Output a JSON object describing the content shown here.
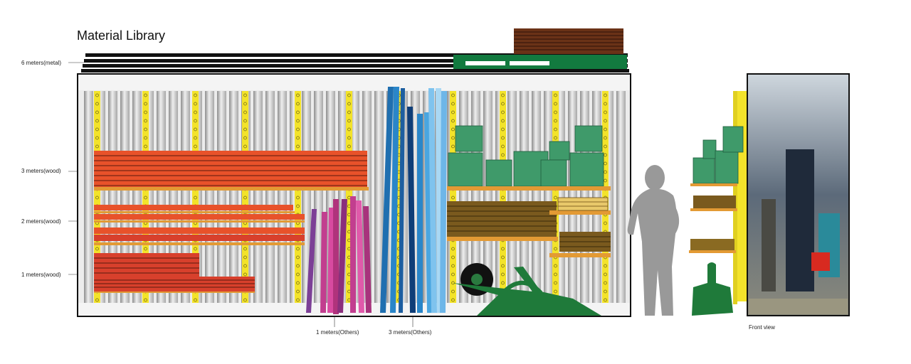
{
  "title": "Material Library",
  "labels": {
    "metal6": "6 meters(metal)",
    "wood3": "3 meters(wood)",
    "wood2": "2 meters(wood)",
    "wood1": "1 meters(wood)",
    "others1": "1 meters(Others)",
    "others3": "3 meters(Others)",
    "front_view": "Front view"
  },
  "colors": {
    "wood_orange": "#e8522a",
    "wood_red": "#d8402c",
    "shelf": "#e39a34",
    "post_yellow": "#f3e32a",
    "crate_green": "#3f9a6a",
    "metal_black": "#111111",
    "pallet_green": "#127a3f",
    "pipe_blue": "#2a86c9",
    "pipe_pink": "#c23e8f",
    "figure_gray": "#999999"
  }
}
